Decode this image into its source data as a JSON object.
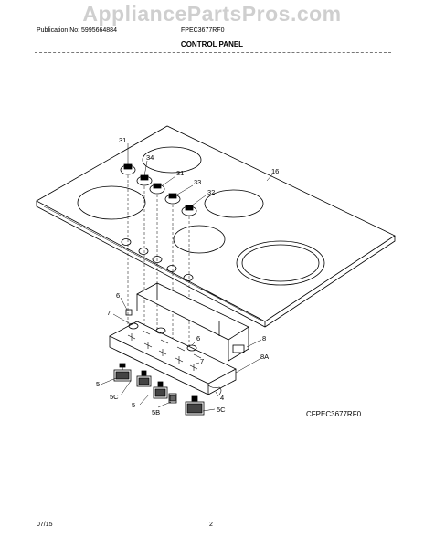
{
  "watermark": "AppliancePartsPros.com",
  "header": {
    "publication": "Publication No: 5995664884",
    "model": "FPEC3677RF0",
    "section_title": "CONTROL PANEL"
  },
  "diagram": {
    "id_label": "CFPEC3677RF0",
    "callouts": {
      "c31a": "31",
      "c34": "34",
      "c31b": "31",
      "c33": "33",
      "c32": "32",
      "c16": "16",
      "c6a": "6",
      "c7a": "7",
      "c6b": "6",
      "c7b": "7",
      "c8": "8",
      "c8a": "8A",
      "c5a": "5",
      "c5ca": "5C",
      "c5b": "5",
      "c5bb": "5B",
      "c4": "4",
      "c5cb": "5C"
    }
  },
  "footer": {
    "date": "07/15",
    "page": "2"
  }
}
